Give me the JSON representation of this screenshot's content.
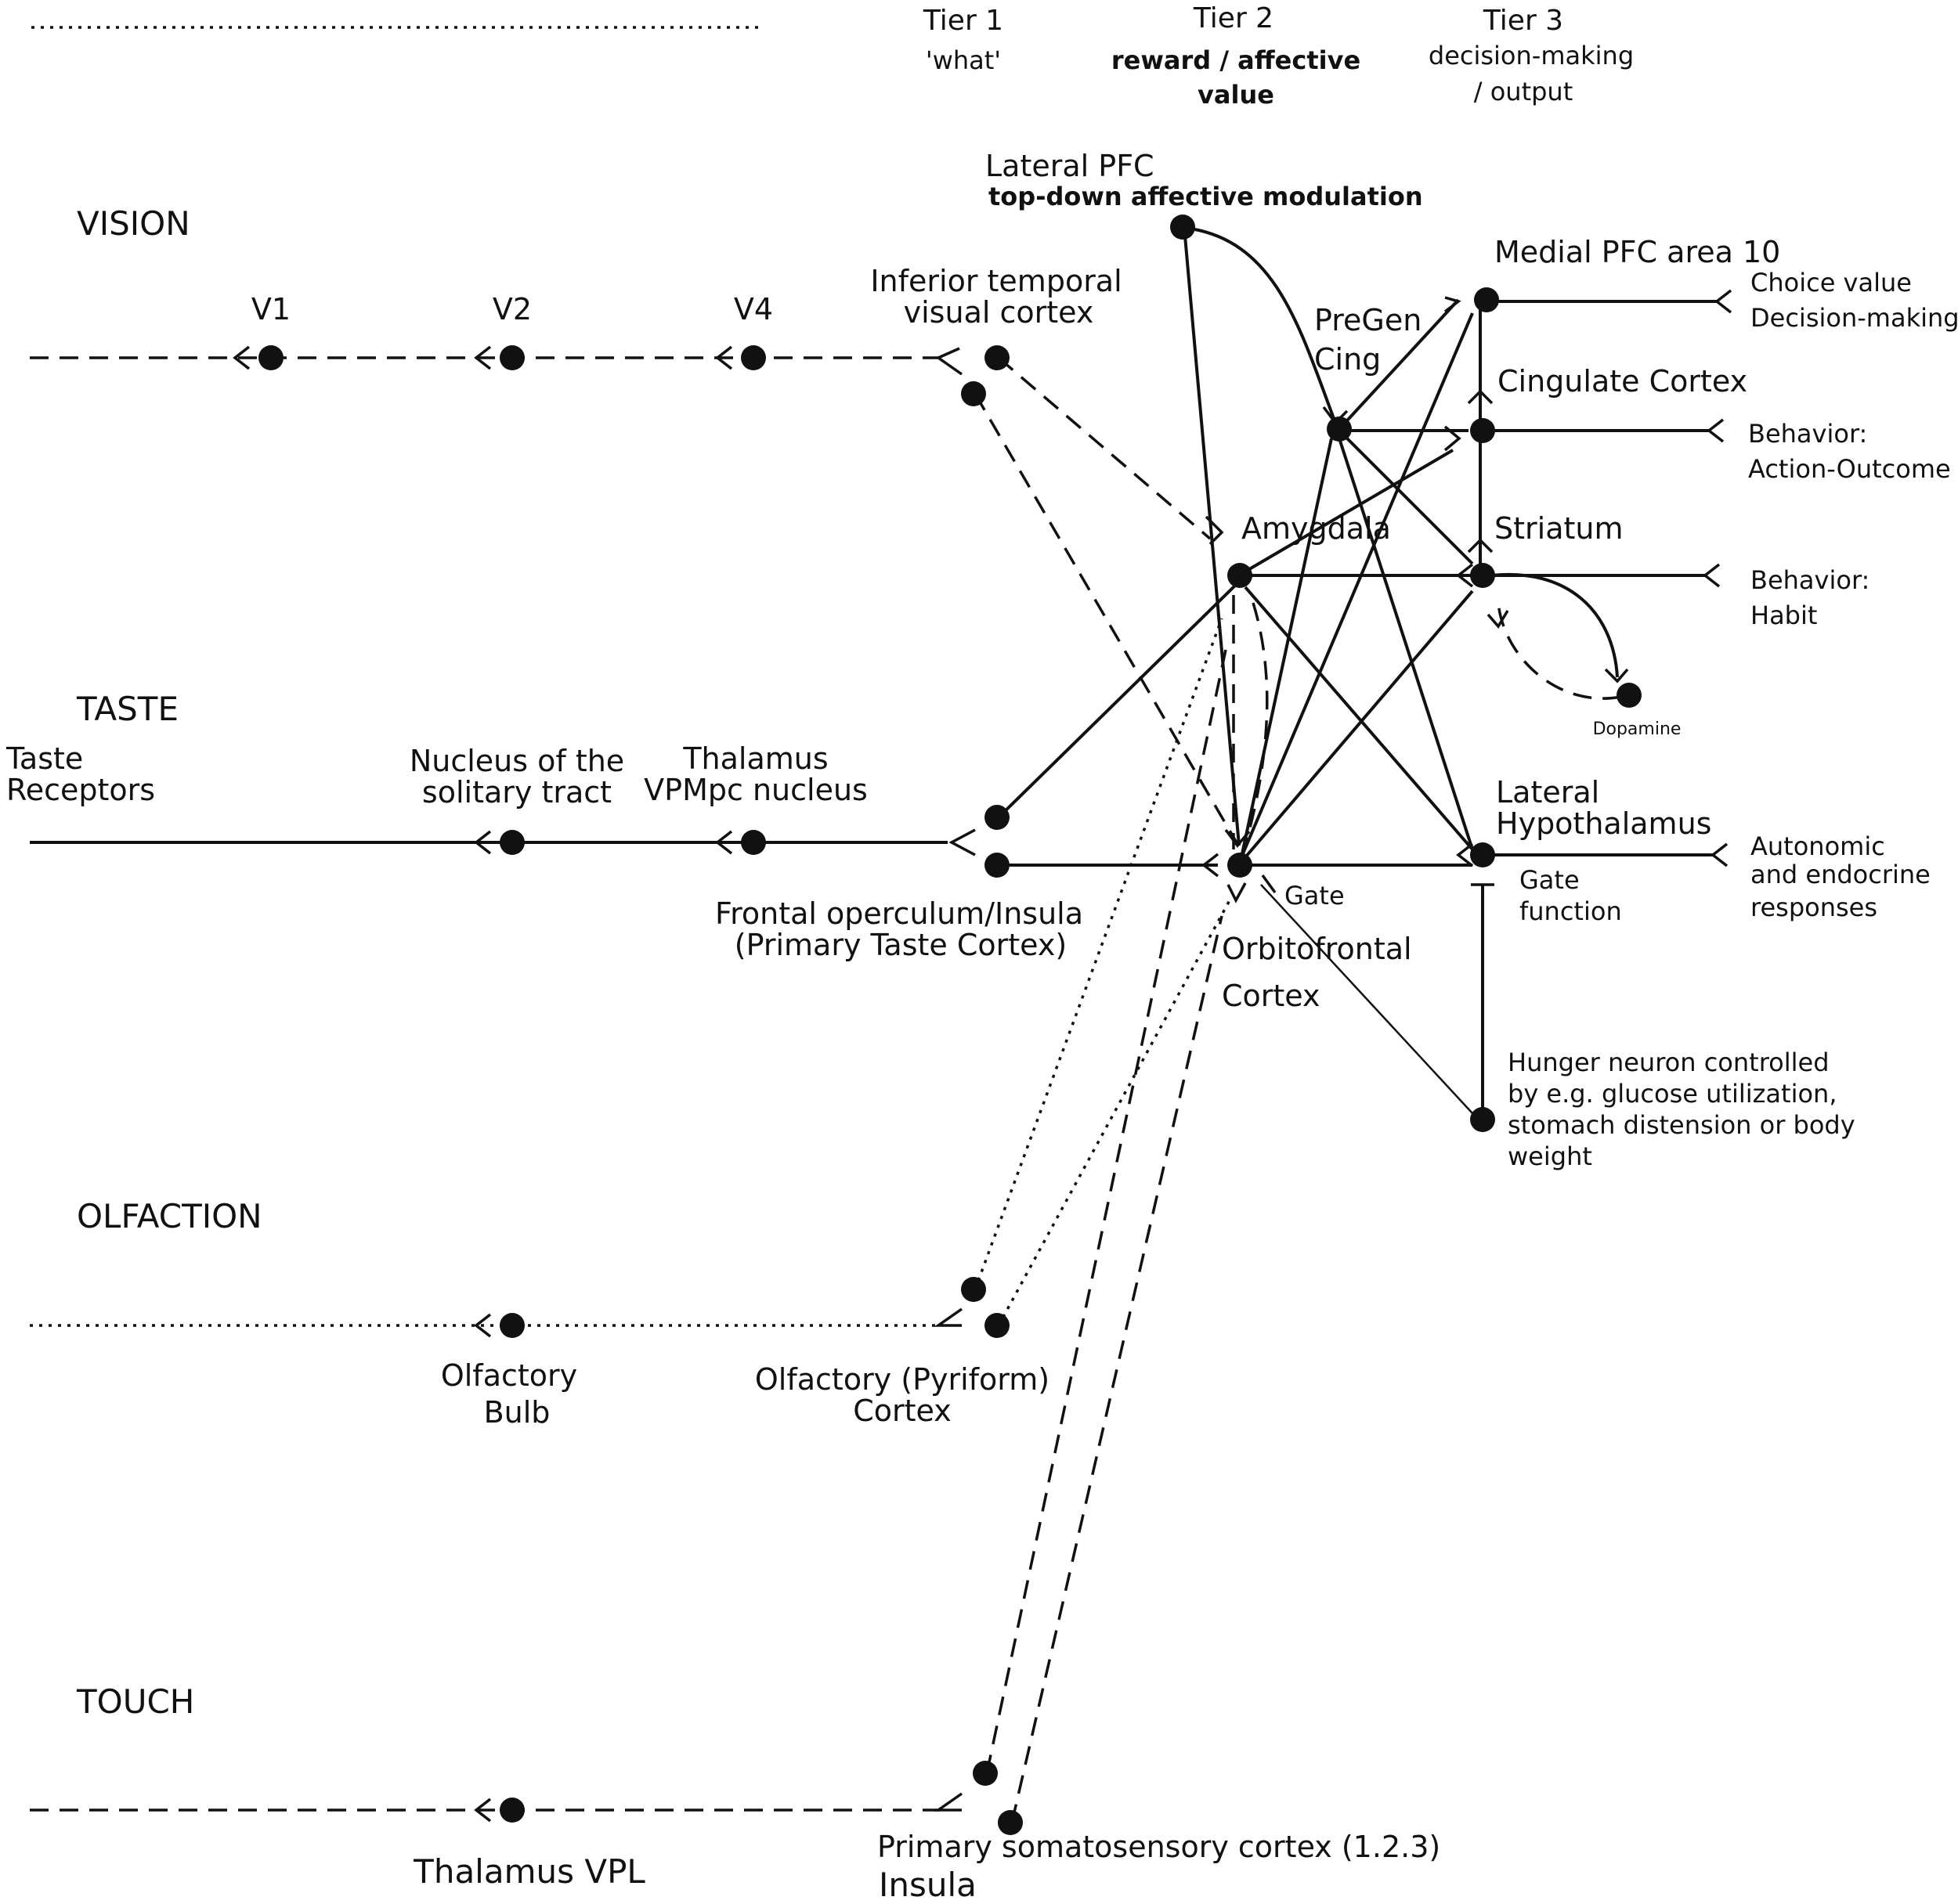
{
  "header": {
    "tier1": "Tier 1",
    "tier1_sub": "'what'",
    "tier2": "Tier 2",
    "tier2_sub1": "reward / affective",
    "tier2_sub2": "value",
    "tier3": "Tier 3",
    "tier3_sub1": "decision-making",
    "tier3_sub2": "/ output"
  },
  "modalities": {
    "vision": "VISION",
    "taste": "TASTE",
    "olfaction": "OLFACTION",
    "touch": "TOUCH"
  },
  "labels": {
    "v1": "V1",
    "v2": "V2",
    "v4": "V4",
    "it1": "Inferior temporal",
    "it2": "visual cortex",
    "taste_rec1": "Taste",
    "taste_rec2": "Receptors",
    "nts1": "Nucleus of the",
    "nts2": "solitary tract",
    "thal1": "Thalamus",
    "thal2": "VPMpc nucleus",
    "fo1": "Frontal operculum/Insula",
    "fo2": "(Primary Taste Cortex)",
    "ob1": "Olfactory",
    "ob2": "Bulb",
    "pyr1": "Olfactory (Pyriform)",
    "pyr2": "Cortex",
    "vpl": "Thalamus VPL",
    "s1": "Primary somatosensory cortex (1.2.3)",
    "insula": "Insula",
    "lpfc1": "Lateral PFC",
    "lpfc2": "top-down affective modulation",
    "pregen1": "PreGen",
    "pregen2": "Cing",
    "amyg": "Amygdala",
    "ofc1": "Orbitofrontal",
    "ofc2": "Cortex",
    "gate": "Gate",
    "mpfc": "Medial PFC area 10",
    "cing": "Cingulate Cortex",
    "striatum": "Striatum",
    "dopamine": "Dopamine",
    "lh1": "Lateral",
    "lh2": "Hypothalamus",
    "gatefn1": "Gate",
    "gatefn2": "function",
    "hunger1": "Hunger neuron controlled",
    "hunger2": "by e.g. glucose utilization,",
    "hunger3": "stomach distension or body",
    "hunger4": "weight",
    "out_choice1": "Choice value",
    "out_choice2": "Decision-making",
    "out_ao1": "Behavior:",
    "out_ao2": "Action-Outcome",
    "out_habit1": "Behavior:",
    "out_habit2": "Habit",
    "out_auto1": "Autonomic",
    "out_auto2": "and endocrine",
    "out_auto3": "responses"
  }
}
